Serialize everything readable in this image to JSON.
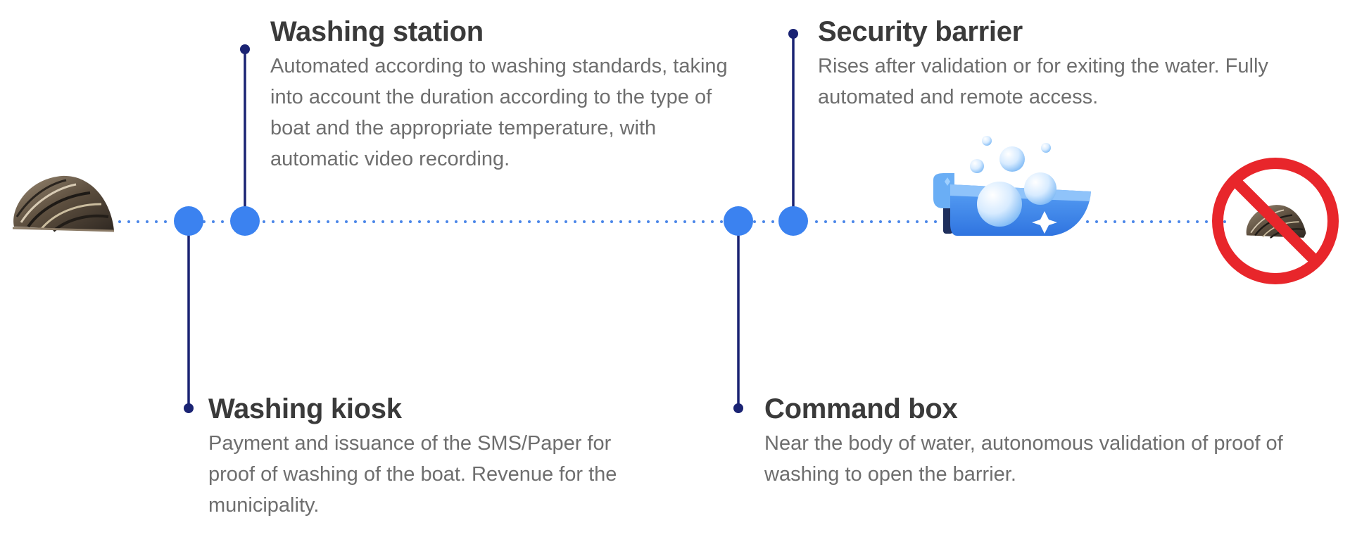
{
  "steps": [
    {
      "id": "washing-station",
      "title": "Washing station",
      "description": "Automated according to washing standards, taking into account the duration according to the type of boat and the appropriate temperature, with automatic video recording."
    },
    {
      "id": "security-barrier",
      "title": "Security barrier",
      "description": "Rises after validation or for exiting the water. Fully automated and remote access."
    },
    {
      "id": "washing-kiosk",
      "title": "Washing kiosk",
      "description": "Payment and issuance of the SMS/Paper for proof of washing of the boat. Revenue for the municipality."
    },
    {
      "id": "command-box",
      "title": "Command box",
      "description": "Near the body of water, autonomous validation of proof of washing to open the barrier."
    }
  ],
  "icons": {
    "mussel": "mussel-icon",
    "boat": "boat-wash-icon",
    "prohibited": "prohibited-mussel-icon"
  },
  "colors": {
    "node": "#3b82f0",
    "connector": "#1a2373",
    "dotted_line": "#4a86e8",
    "prohibited": "#e8262b",
    "boat": "#4a90f0",
    "heading": "#3a3a3a",
    "body_text": "#6e6e6e"
  }
}
